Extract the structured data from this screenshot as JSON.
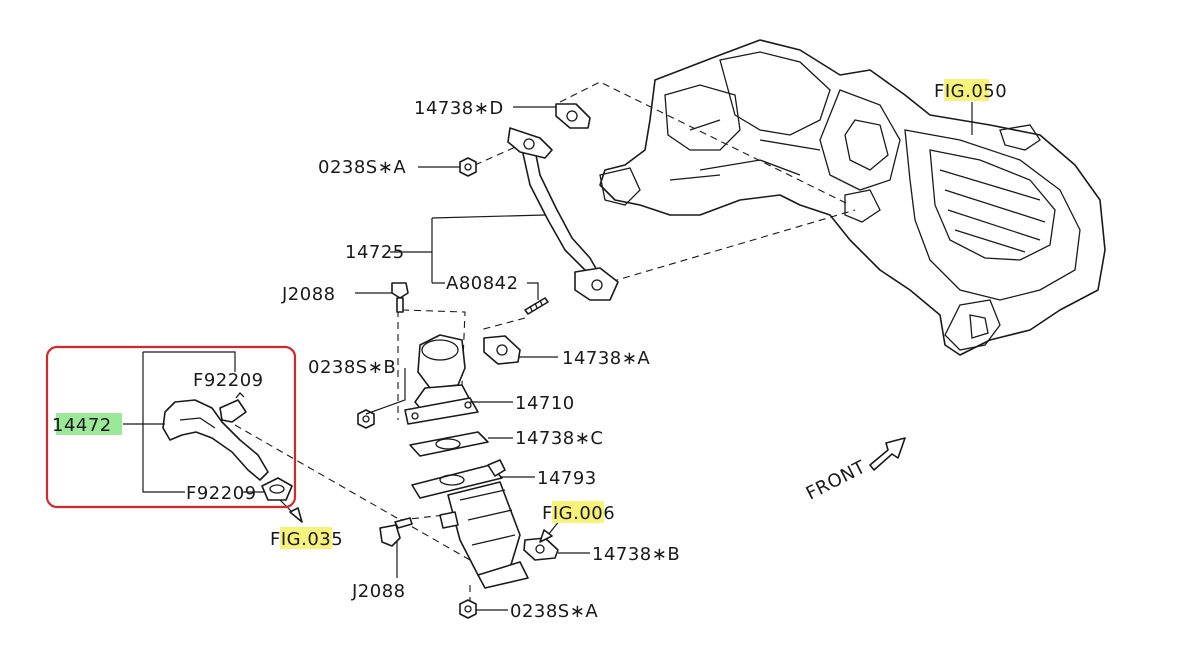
{
  "callouts": {
    "fig050": {
      "pre": "F",
      "hl": "IG.05",
      "post": "0"
    },
    "fig006": {
      "pre": "F",
      "hl": "IG.00",
      "post": "6"
    },
    "fig035": {
      "pre": "F",
      "hl": "IG.03",
      "post": "5"
    },
    "part_14472": "14472"
  },
  "labels": {
    "p14738_d": "14738∗D",
    "p0238s_a_top": "0238S∗A",
    "p14725": "14725",
    "pA80842": "A80842",
    "pJ2088_top": "J2088",
    "p14738_a": "14738∗A",
    "p0238s_b": "0238S∗B",
    "pF92209_top": "F92209",
    "p14710": "14710",
    "p14738_c": "14738∗C",
    "p14793": "14793",
    "pF92209_bottom": "F92209",
    "p14738_b": "14738∗B",
    "pJ2088_bottom": "J2088",
    "p0238s_a_bottom": "0238S∗A",
    "front": "FRONT"
  },
  "colors": {
    "highlight_yellow": "#f6f27a",
    "highlight_green": "#9be89b",
    "selection_box": "#d0282e",
    "line": "#1a1a1a"
  }
}
